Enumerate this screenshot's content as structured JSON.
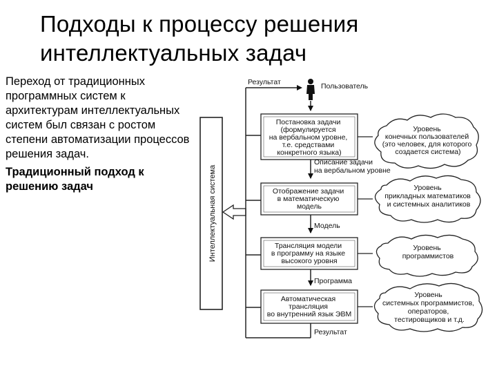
{
  "slide": {
    "title_line1": "Подходы к процессу решения",
    "title_line2": "интеллектуальных задач",
    "paragraph": "Переход от традиционных программных систем к архитектурам интеллектуальных систем был связан с ростом степени автоматизации процессов решения задач.",
    "bold_line": "Традиционный подход к решению задач"
  },
  "diagram": {
    "system_label": "Интеллектуальная система",
    "top_result": "Результат",
    "user": "Пользователь",
    "bottom_result": "Результат",
    "boxes": [
      [
        "Постановка задачи",
        "(формулируется",
        "на вербальном уровне,",
        "т.е. средствами",
        "конкретного языка)"
      ],
      [
        "Отображение задачи",
        "в математическую",
        "модель"
      ],
      [
        "Трансляция модели",
        "в программу на языке",
        "высокого уровня"
      ],
      [
        "Автоматическая",
        "трансляция",
        "во внутренний язык ЭВМ"
      ]
    ],
    "flow_labels": [
      [
        "Описание задачи",
        "на вербальном уровне"
      ],
      [
        "Модель"
      ],
      [
        "Программа"
      ]
    ],
    "clouds": [
      [
        "Уровень",
        "конечных пользователей",
        "(это человек, для которого",
        "создается система)"
      ],
      [
        "Уровень",
        "прикладных математиков",
        "и системных аналитиков"
      ],
      [
        "Уровень",
        "программистов"
      ],
      [
        "Уровень",
        "системных программистов,",
        "операторов,",
        "тестировщиков и т.д."
      ]
    ]
  }
}
